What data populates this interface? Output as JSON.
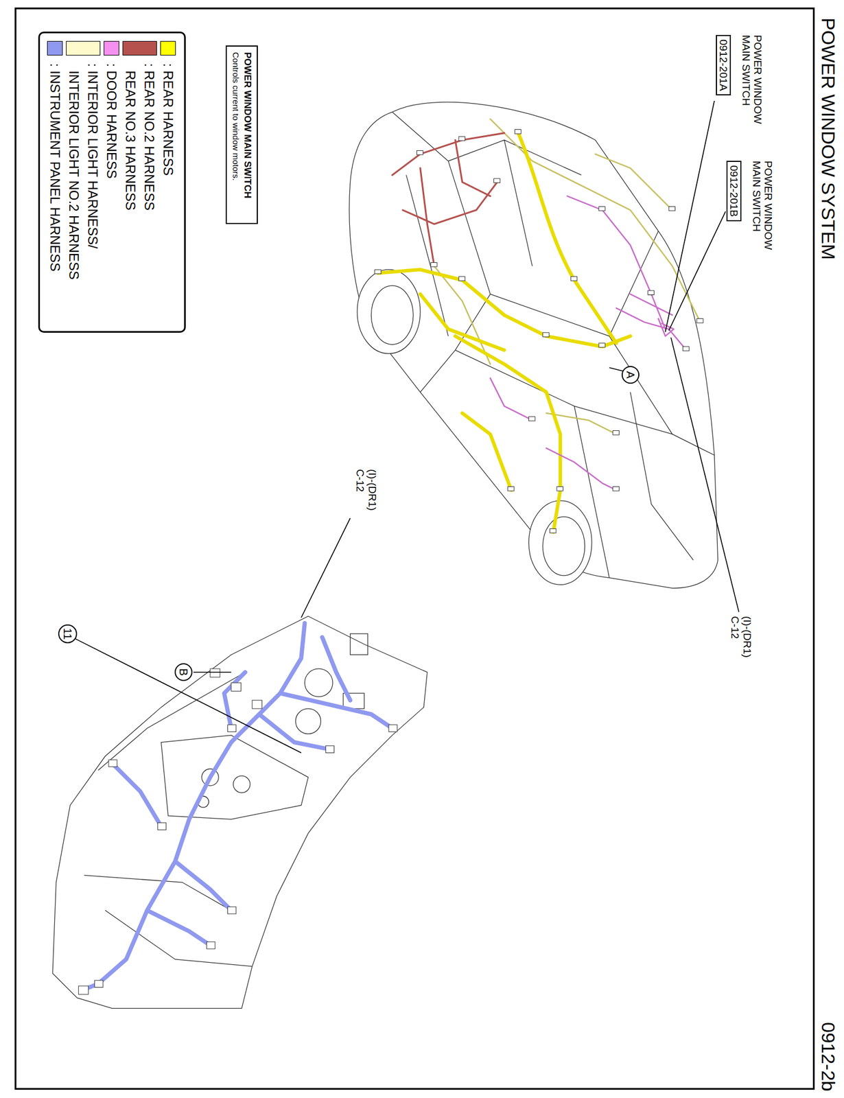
{
  "diagram": {
    "title": "POWER WINDOW SYSTEM",
    "nodes": [
      {
        "text": [
          "POWER WINDOW MAIN SWITCH",
          "0912-201A"
        ]
      },
      {
        "text": [
          "POWER WINDOW MAIN SWITCH",
          "0912-201B"
        ]
      },
      {
        "text": [
          "POWER WINDOW MAIN SWITCH",
          "Controls current to window motors."
        ]
      },
      {
        "text": [
          "A"
        ]
      },
      {
        "text": [
          "B"
        ]
      },
      {
        "text": [
          "11"
        ]
      }
    ],
    "labels": [
      "(I)-(DR1) C-12",
      "(I)-(DR1) C-12",
      "0912-2b"
    ],
    "legend": [
      {
        "text": ": REAR HARNESS",
        "color": "#ffff00"
      },
      {
        "text": ": REAR NO.2 HARNESS REAR NO.3 HARNESS",
        "color": "#b5524e"
      },
      {
        "text": ": DOOR HARNESS",
        "color": "#f590f0"
      },
      {
        "text": ": INTERIOR LIGHT HARNESS/ INTERIOR LIGHT NO.2 HARNESS",
        "color": "#fffacc"
      },
      {
        "text": ": INSTRUMENT PANEL HARNESS",
        "color": "#8f99ef"
      }
    ]
  }
}
